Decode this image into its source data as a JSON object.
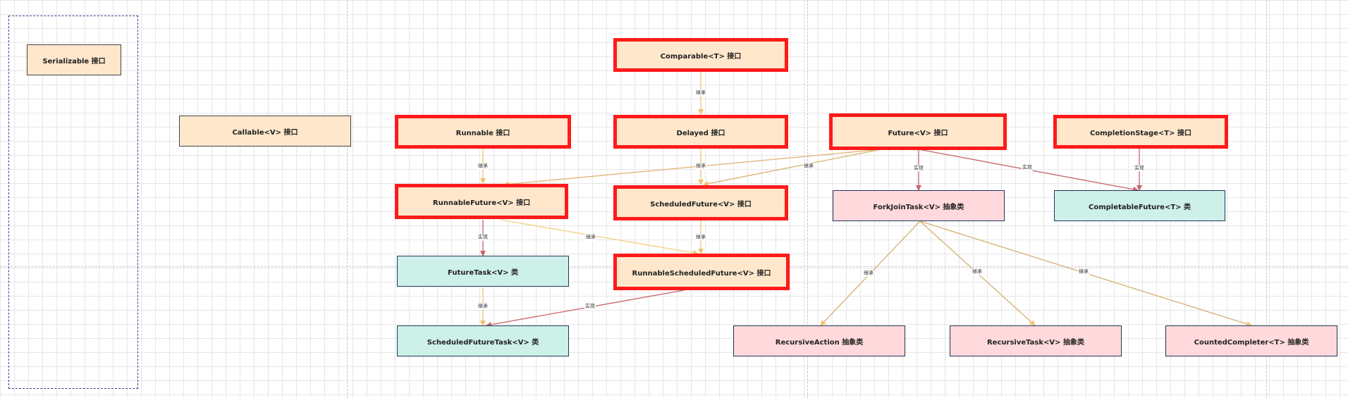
{
  "nodes": {
    "serializable": "Serializable 接口",
    "callable": "Callable<V> 接口",
    "runnable": "Runnable 接口",
    "comparable": "Comparable<T> 接口",
    "delayed": "Delayed 接口",
    "future": "Future<V> 接口",
    "completionstage": "CompletionStage<T> 接口",
    "runnablefuture": "RunnableFuture<V> 接口",
    "scheduledfuture": "ScheduledFuture<V> 接口",
    "forkjointask": "ForkJoinTask<V> 抽象类",
    "completablefuture": "CompletableFuture<T> 类",
    "futuretask": "FutureTask<V> 类",
    "runnablescheduledfuture": "RunnableScheduledFuture<V> 接口",
    "scheduledfuturetask": "ScheduledFutureTask<V> 类",
    "recursiveaction": "RecursiveAction 抽象类",
    "recursivetask": "RecursiveTask<V> 抽象类",
    "countedcompleter": "CountedCompleter<T> 抽象类"
  },
  "edge_labels": {
    "comparable_delayed": "继承",
    "runnable_runnablefuture": "继承",
    "future_runnablefuture": "继承",
    "delayed_scheduledfuture": "继承",
    "future_scheduledfuture": "继承",
    "future_forkjointask": "实现",
    "future_completablefuture": "实现",
    "completionstage_completablefuture": "实现",
    "runnablefuture_futuretask": "实现",
    "runnablefuture_runnablescheduledfuture": "继承",
    "scheduledfuture_runnablescheduledfuture": "继承",
    "futuretask_scheduledfuturetask": "继承",
    "runnablescheduledfuture_scheduledfuturetask": "实现",
    "forkjointask_recursiveaction": "继承",
    "forkjointask_recursivetask": "继承",
    "forkjointask_countedcompleter": "继承"
  },
  "colors": {
    "interface_fill": "#ffe7cc",
    "class_fill": "#cdf0e8",
    "abstract_fill": "#ffd9dc",
    "highlight_border": "#ff1a1a",
    "inherit_edge": "#f2c070",
    "implement_edge": "#c9636b",
    "group_border": "#3a3d8f"
  }
}
